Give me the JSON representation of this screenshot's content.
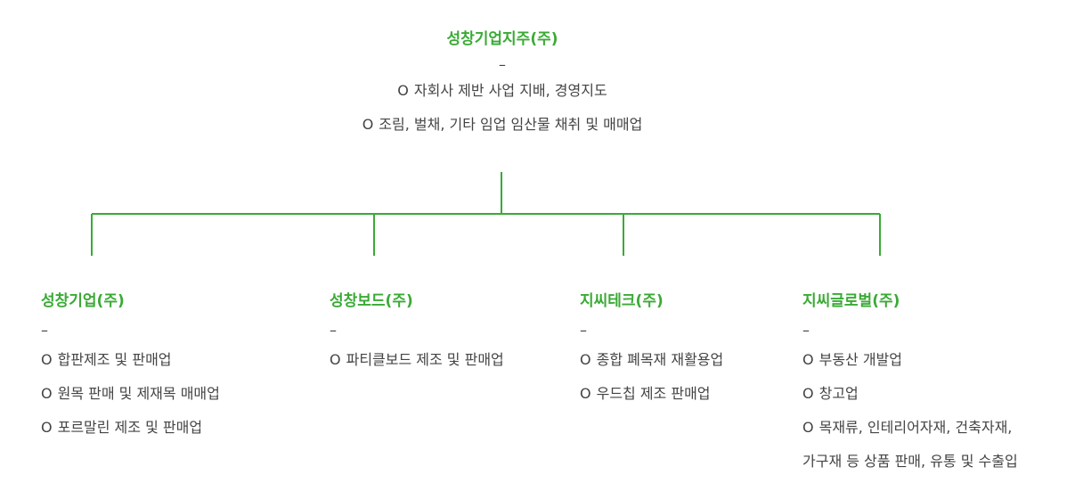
{
  "parent": {
    "title": "성창기업지주(주)",
    "dash": "–",
    "items": [
      "자회사 제반 사업 지배, 경영지도",
      "조림, 벌채, 기타 임업 임산물 채취 및 매매업"
    ]
  },
  "bullet_symbol": "O",
  "children": [
    {
      "title": "성창기업(주)",
      "dash": "–",
      "items": [
        "합판제조 및  판매업",
        "원목 판매 및 제재목 매매업",
        "포르말린 제조 및 판매업"
      ]
    },
    {
      "title": "성창보드(주)",
      "dash": "–",
      "items": [
        "파티클보드 제조 및 판매업"
      ]
    },
    {
      "title": "지씨테크(주)",
      "dash": "–",
      "items": [
        "종합 폐목재 재활용업",
        "우드칩 제조 판매업"
      ]
    },
    {
      "title": "지씨글로벌(주)",
      "dash": "–",
      "items": [
        "부동산 개발업",
        "창고업",
        "목재류, 인테리어자재, 건축자재,"
      ],
      "continuation": "가구재 등 상품 판매, 유통 및 수출입"
    }
  ],
  "colors": {
    "accent": "#3aaa35",
    "text": "#444444"
  }
}
